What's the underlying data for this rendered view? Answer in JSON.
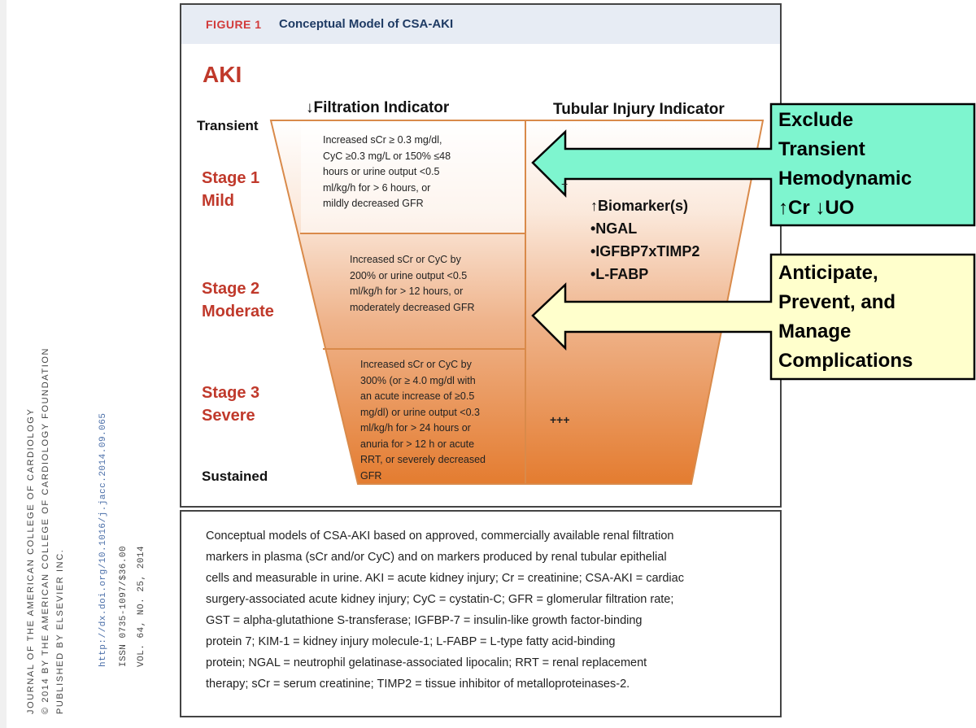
{
  "journal_side": {
    "line1": "JOURNAL OF THE AMERICAN COLLEGE OF CARDIOLOGY",
    "line2": "© 2014 BY THE AMERICAN COLLEGE OF CARDIOLOGY FOUNDATION",
    "line3": "PUBLISHED BY ELSEVIER INC.",
    "doi": "http://dx.doi.org/10.1016/j.jacc.2014.09.065",
    "issn": "ISSN 0735-1097/$36.00",
    "volume": "VOL. 64, NO. 25, 2014"
  },
  "figure": {
    "number": "FIGURE 1",
    "title": "Conceptual Model of CSA-AKI",
    "aki_label": "AKI",
    "transient_label": "Transient",
    "sustained_label": "Sustained",
    "filtration_header": "↓Filtration Indicator",
    "tubular_header": "Tubular Injury Indicator",
    "stages": [
      {
        "name": "Stage 1",
        "severity": "Mild"
      },
      {
        "name": "Stage 2",
        "severity": "Moderate"
      },
      {
        "name": "Stage 3",
        "severity": "Severe"
      }
    ],
    "stage1_text": [
      "Increased sCr ≥ 0.3 mg/dl,",
      "CyC ≥0.3 mg/L or 150% ≤48",
      "hours or urine output <0.5",
      "ml/kg/h for > 6 hours, or",
      "mildly decreased GFR"
    ],
    "stage2_text": [
      "Increased sCr or CyC by",
      "200% or urine output <0.5",
      "ml/kg/h for > 12 hours, or",
      "moderately decreased GFR"
    ],
    "stage3_text": [
      "Increased sCr or CyC by",
      "300% (or ≥ 4.0 mg/dl with",
      "an acute increase of ≥0.5",
      "mg/dl) or urine output <0.3",
      "ml/kg/h for > 24 hours or",
      "anuria for > 12 h or acute",
      "RRT, or severely decreased",
      "GFR"
    ],
    "plus_small": "+",
    "plus_big": "+++",
    "biomarkers": [
      "↑Biomarker(s)",
      "•NGAL",
      "•IGFBP7xTIMP2",
      "•L-FABP"
    ]
  },
  "callouts": {
    "green": [
      "Exclude",
      "Transient",
      "Hemodynamic",
      "↑Cr ↓UO"
    ],
    "yellow": [
      "Anticipate,",
      "Prevent, and",
      "Manage",
      "Complications"
    ],
    "green_color": "#7ef5cf",
    "yellow_color": "#ffffcc"
  },
  "caption_lines": [
    "Conceptual models of CSA-AKI based on approved, commercially available renal filtration",
    "markers in plasma (sCr and/or CyC) and on markers produced by renal tubular epithelial",
    "cells and measurable in urine. AKI = acute kidney injury; Cr = creatinine; CSA-AKI = cardiac",
    "surgery-associated acute kidney injury; CyC = cystatin-C; GFR = glomerular filtration rate;",
    "GST = alpha-glutathione S-transferase; IGFBP-7 = insulin-like growth factor-binding",
    "protein 7; KIM-1 = kidney injury molecule-1; L-FABP = L-type fatty acid-binding",
    "protein; NGAL = neutrophil gelatinase-associated lipocalin; RRT = renal replacement",
    "therapy; sCr = serum creatinine; TIMP2 = tissue inhibitor of metalloproteinases-2."
  ]
}
